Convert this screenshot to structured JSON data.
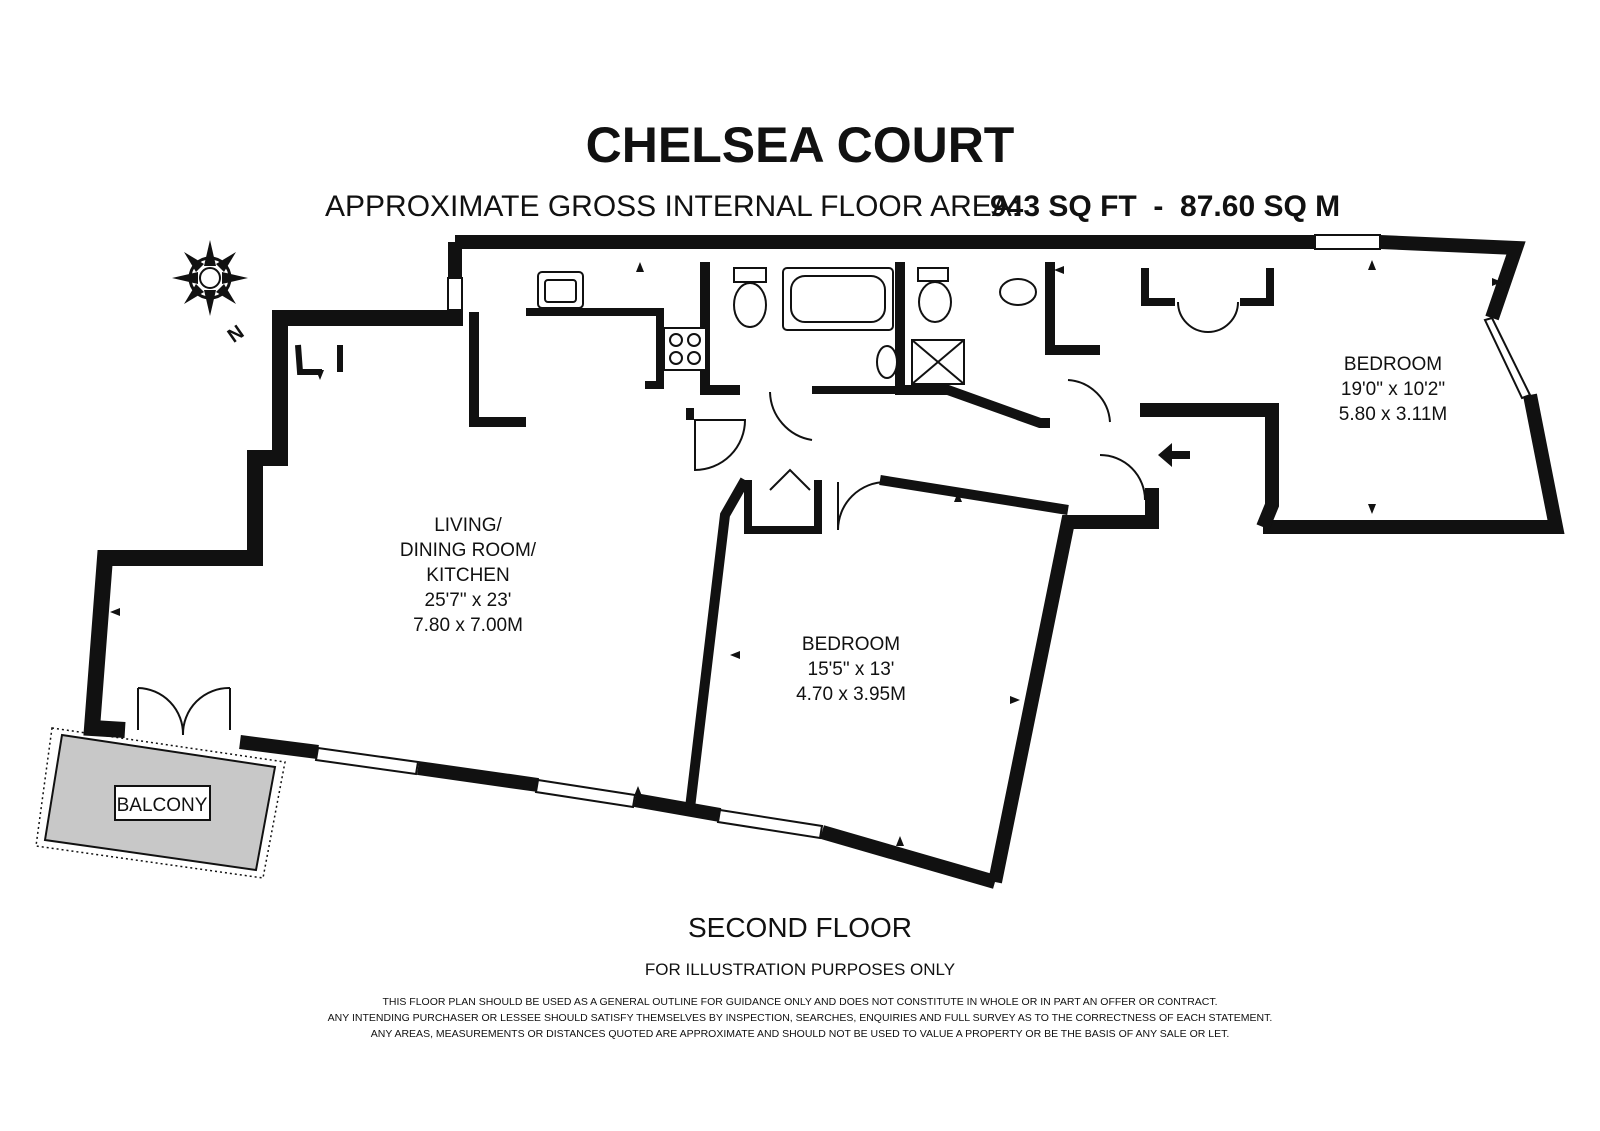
{
  "header": {
    "title": "CHELSEA COURT",
    "area_label": "APPROXIMATE GROSS INTERNAL FLOOR AREA:",
    "area_value": "943 SQ FT  -  87.60 SQ M"
  },
  "compass": {
    "label": "N",
    "icon": "compass-rose-icon"
  },
  "rooms": {
    "living": {
      "line1": "LIVING/",
      "line2": "DINING ROOM/",
      "line3": "KITCHEN",
      "imperial": "25'7\" x 23'",
      "metric": "7.80 x 7.00M"
    },
    "bedroom_main": {
      "name": "BEDROOM",
      "imperial": "15'5\" x 13'",
      "metric": "4.70 x 3.95M"
    },
    "bedroom_second": {
      "name": "BEDROOM",
      "imperial": "19'0\" x 10'2\"",
      "metric": "5.80 x 3.11M"
    },
    "balcony": {
      "name": "BALCONY"
    }
  },
  "footer": {
    "floor": "SECOND FLOOR",
    "illustration": "FOR ILLUSTRATION PURPOSES ONLY",
    "disclaimer1": "THIS FLOOR PLAN SHOULD BE USED AS A GENERAL OUTLINE FOR GUIDANCE ONLY AND DOES NOT CONSTITUTE IN WHOLE OR IN PART AN OFFER OR CONTRACT.",
    "disclaimer2": "ANY INTENDING PURCHASER OR LESSEE SHOULD SATISFY THEMSELVES BY INSPECTION, SEARCHES, ENQUIRIES AND FULL SURVEY AS TO THE CORRECTNESS OF EACH STATEMENT.",
    "disclaimer3": "ANY AREAS, MEASUREMENTS OR DISTANCES QUOTED ARE APPROXIMATE AND SHOULD NOT BE USED TO VALUE A PROPERTY OR BE THE BASIS OF ANY SALE OR LET."
  },
  "colors": {
    "wall": "#111111",
    "balcony_fill": "#c8c8c8",
    "background": "#ffffff"
  }
}
